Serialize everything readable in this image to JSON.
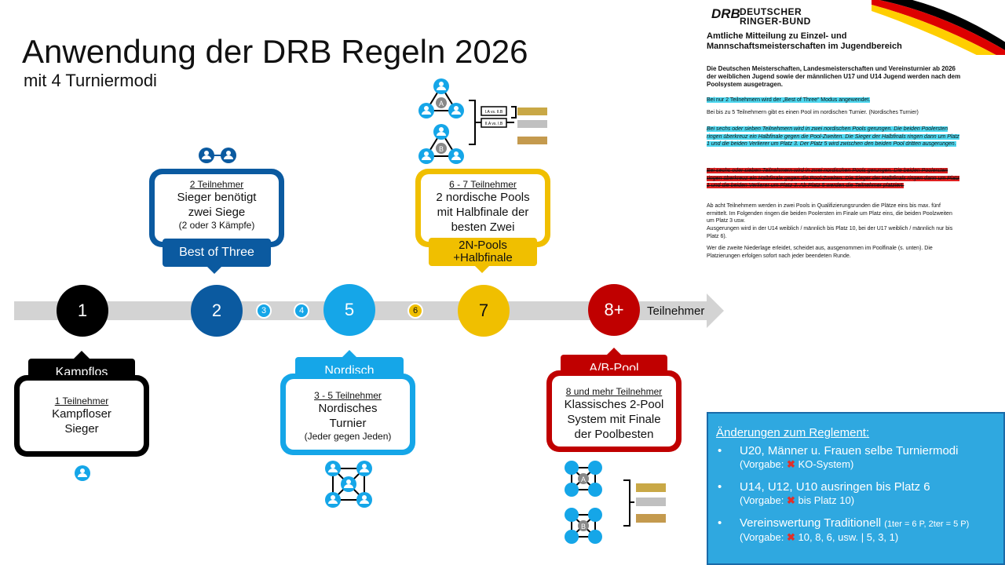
{
  "title": "Anwendung der DRB Regeln 2026",
  "subtitle": "mit 4 Turniermodi",
  "colors": {
    "black": "#000000",
    "darkblue": "#0b5aa0",
    "lightblue": "#15a6e8",
    "gold": "#f0bf00",
    "red": "#c00000",
    "gray": "#d3d3d3"
  },
  "timeline": {
    "axis_label": "Teilnehmer",
    "nodes": [
      {
        "label": "1",
        "color": "#000000"
      },
      {
        "label": "2",
        "color": "#0b5aa0"
      },
      {
        "label": "3",
        "color": "#15a6e8"
      },
      {
        "label": "4",
        "color": "#15a6e8"
      },
      {
        "label": "5",
        "color": "#15a6e8"
      },
      {
        "label": "6",
        "color": "#f0bf00"
      },
      {
        "label": "7",
        "color": "#f0bf00"
      },
      {
        "label": "8+",
        "color": "#c00000"
      }
    ]
  },
  "modes": {
    "kampflos": {
      "tag": "Kampflos",
      "participants": "1 Teilnehmer",
      "line1": "Kampfloser",
      "line2": "Sieger"
    },
    "best_of_three": {
      "tag": "Best of Three",
      "participants": "2 Teilnehmer",
      "line1": "Sieger benötigt",
      "line2": "zwei Siege",
      "note": "(2 oder 3 Kämpfe)"
    },
    "nordisch": {
      "tag": "Nordisch",
      "participants": "3 - 5 Teilnehmer",
      "line1": "Nordisches",
      "line2": "Turnier",
      "note": "(Jeder gegen Jeden)"
    },
    "two_n_pools": {
      "tag_line1": "2N-Pools",
      "tag_line2": "+Halbfinale",
      "participants": "6 - 7 Teilnehmer",
      "line1": "2 nordische Pools",
      "line2": "mit Halbfinale der",
      "line3": "besten Zwei"
    },
    "ab_pool": {
      "tag": "A/B-Pool",
      "participants": "8 und mehr Teilnehmer",
      "line1": "Klassisches 2-Pool",
      "line2": "System mit Finale",
      "line3": "der Poolbesten"
    }
  },
  "bracket_labels": {
    "pool_a": "A",
    "pool_b": "B",
    "semi1": "I.A vs. II.B",
    "semi2": "II.A vs. I.B"
  },
  "document": {
    "logo_mark": "DRB",
    "logo_line1": "DEUTSCHER",
    "logo_line2": "RINGER-BUND",
    "heading": "Amtliche Mitteilung zu Einzel- und Mannschaftsmeisterschaften im Jugendbereich",
    "intro": "Die Deutschen Meisterschaften, Landesmeisterschaften und Vereinsturnier ab 2026 der weiblichen Jugend sowie der männlichen U17 und U14 Jugend werden nach dem Poolsystem ausgetragen.",
    "p1": "Bei nur 2 Teilnehmern wird der „Best of Three“ Modus angewendet.",
    "p2": "Bei bis zu 5 Teilnehmern gibt es einen Pool im nordischen Turnier. (Nordisches Turnier)",
    "p3": "Bei sechs oder sieben Teilnehmern wird in zwei nordischen Pools gerungen. Die beiden Poolersten ringen überkreuz ein Halbfinale gegen die Pool-Zweiten. Die Sieger der Halbfinals ringen dann um Platz 1 und die beiden Verlierer um Platz 3. Der Platz 5 wird zwischen den beiden Pool dritten ausgerungen.",
    "p4": "Bei sechs oder sieben Teilnehmern wird in zwei nordischen Pools gerungen. Die beiden Poolersten ringen überkreuz ein Halbfinale gegen die Pool-Zweiten. Die Sieger der Halbfinals ringen dann um Platz 1 und die beiden Verlierer um Platz 3. Ab Platz 5 werden die Teilnehmer platziert.",
    "p5": "Ab acht Teilnehmern werden in zwei Pools in Qualifizierungsrunden die Plätze eins bis max. fünf ermittelt. Im Folgenden ringen die beiden Poolersten im Finale um Platz eins, die beiden Poolzweiten um Platz 3 usw.",
    "p6": "Ausgerungen wird in der U14 weiblich / männlich bis Platz 10, bei der U17 weiblich / männlich nur bis Platz 6).",
    "p7": "Wer die zweite Niederlage erleidet, scheidet aus, ausgenommen im Poolfinale (s. unten). Die Platzierungen erfolgen sofort nach jeder beendeten Runde."
  },
  "changes": {
    "heading": "Änderungen zum Reglement:",
    "items": [
      {
        "main": "U20, Männer u. Frauen selbe Turniermodi",
        "prev_label": "(Vorgabe:",
        "prev_value": "KO-System)"
      },
      {
        "main": "U14, U12, U10 ausringen bis Platz 6",
        "prev_label": "(Vorgabe:",
        "prev_value": "bis Platz 10)"
      },
      {
        "main": "Vereinswertung Traditionell",
        "main_small": "(1ter = 6 P, 2ter = 5 P)",
        "prev_label": "(Vorgabe:",
        "prev_value": "10, 8, 6, usw. | 5, 3, 1)"
      }
    ]
  }
}
